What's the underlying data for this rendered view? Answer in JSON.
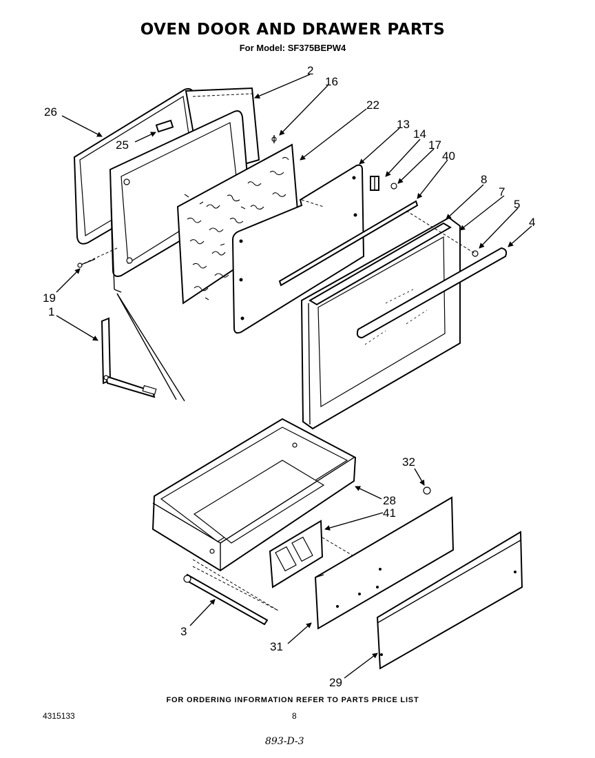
{
  "header": {
    "title": "OVEN DOOR AND DRAWER PARTS",
    "model_line": "For Model: SF375BEPW4"
  },
  "callouts": [
    "2",
    "16",
    "26",
    "25",
    "22",
    "13",
    "14",
    "17",
    "40",
    "8",
    "7",
    "5",
    "4",
    "19",
    "1",
    "32",
    "28",
    "41",
    "3",
    "31",
    "29"
  ],
  "footer": {
    "ordering_info": "FOR ORDERING INFORMATION REFER TO PARTS PRICE LIST",
    "document_number": "4315133",
    "page_number": "8",
    "handwritten_code": "893-D-3"
  }
}
